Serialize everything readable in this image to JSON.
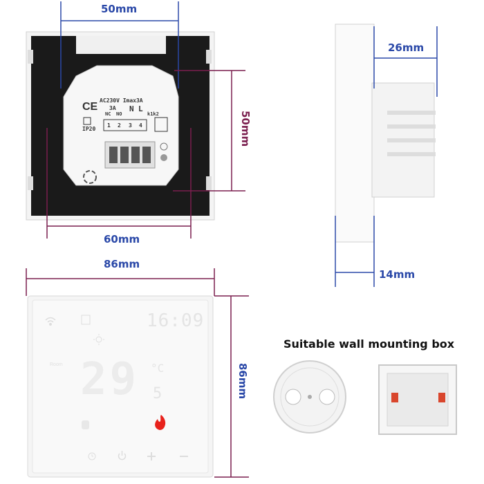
{
  "dimensions": {
    "back_width": "50mm",
    "back_height": "50mm",
    "mount_spacing": "60mm",
    "side_depth_top": "26mm",
    "side_depth_bottom": "14mm",
    "front_width": "86mm",
    "front_height": "86mm"
  },
  "back_panel": {
    "ce_mark": "CE",
    "ip_rating": "IP20",
    "power_spec": "AC230V Imax3A",
    "relay_rating": "3A",
    "nc_label": "NC",
    "no_label": "NO",
    "n_label": "N",
    "l_label": "L",
    "k_label": "k1k2",
    "terminals": [
      "1",
      "2",
      "3",
      "4"
    ]
  },
  "front_panel": {
    "time": "16:09",
    "temperature": "29",
    "temp_unit": "°C",
    "set_value": "5",
    "room_label": "Room"
  },
  "mounting": {
    "title": "Suitable wall mounting box"
  },
  "colors": {
    "dimension_blue": "#2a48a8",
    "dimension_purple": "#7a1e4e",
    "flame_red": "#e8221c"
  }
}
